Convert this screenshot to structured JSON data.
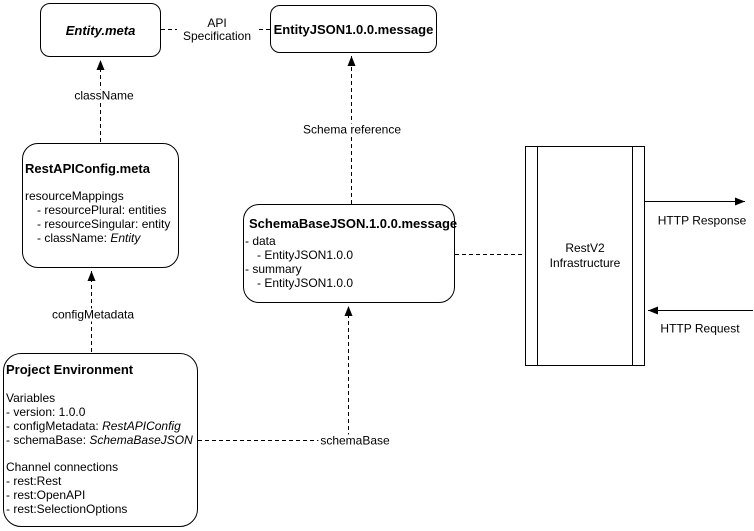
{
  "colors": {
    "stroke": "#000000",
    "background": "#ffffff",
    "text": "#000000"
  },
  "nodes": {
    "entity_meta": {
      "title": "Entity.meta"
    },
    "entity_json": {
      "title": "EntityJSON1.0.0.message"
    },
    "rest_api_config": {
      "title": "RestAPIConfig.meta",
      "lines": [
        {
          "text": "resourceMappings"
        },
        {
          "text": "- resourcePlural: entities"
        },
        {
          "text": "- resourceSingular: entity"
        },
        {
          "text": "- className: ",
          "italic": "Entity"
        }
      ]
    },
    "schema_base_json": {
      "title": "SchemaBaseJSON.1.0.0.message",
      "lines": [
        {
          "text": "- data"
        },
        {
          "text": "- EntityJSON1.0.0"
        },
        {
          "text": "- summary"
        },
        {
          "text": "- EntityJSON1.0.0"
        }
      ]
    },
    "restv2": {
      "title": "RestV2 Infrastructure"
    },
    "project_environment": {
      "title": "Project Environment",
      "variables_header": "Variables",
      "variables": [
        {
          "text": "- version: 1.0.0"
        },
        {
          "text": "- configMetadata: ",
          "italic": "RestAPIConfig"
        },
        {
          "text": "- schemaBase: ",
          "italic": "SchemaBaseJSON"
        }
      ],
      "channels_header": "Channel connections",
      "channels": [
        {
          "text": "- rest:Rest"
        },
        {
          "text": "- rest:OpenAPI"
        },
        {
          "text": "- rest:SelectionOptions"
        }
      ]
    }
  },
  "edges": {
    "api_specification": {
      "label": "API Specification"
    },
    "class_name": {
      "label": "className"
    },
    "schema_reference": {
      "label": "Schema reference"
    },
    "config_metadata": {
      "label": "configMetadata"
    },
    "schema_base": {
      "label": "schemaBase"
    },
    "http_response": {
      "label": "HTTP Response"
    },
    "http_request": {
      "label": "HTTP Request"
    }
  }
}
